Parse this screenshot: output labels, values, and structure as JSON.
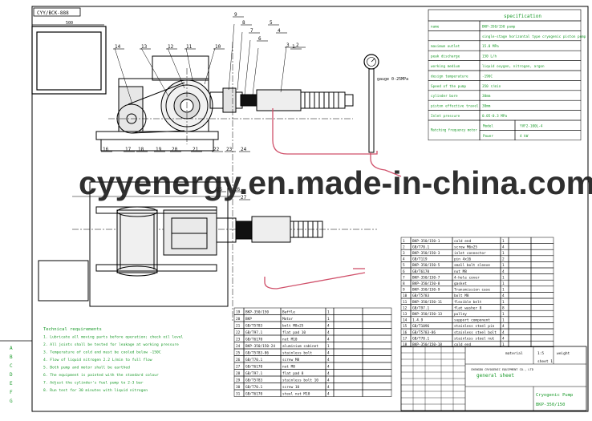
{
  "drawing": {
    "top_left_code": "CYY/BCK-888",
    "top_dim": "500",
    "watermark": "cyyenergy.en.made-in-china.com",
    "balloons_top": [
      "14",
      "13",
      "12",
      "11",
      "10",
      "9",
      "8",
      "7",
      "6",
      "5",
      "4",
      "3",
      "2",
      "1"
    ],
    "balloons_bottom": [
      "16",
      "17",
      "18",
      "19",
      "20",
      "21",
      "22",
      "23",
      "24",
      "25",
      "26",
      "27"
    ],
    "side_note": "gauge 0-25MPa",
    "note_lines": [
      "Technical requirements",
      "1. Lubricate all moving parts before operation; check oil level",
      "2. All joints shall be tested for leakage at working pressure",
      "3. Temperature of cold end must be cooled below -150C",
      "4. Flow of liquid nitrogen 2.2 L/min to full flow",
      "5. Both pump and motor shall be earthed",
      "6. The equipment is painted with the standard colour",
      "7. Adjust the cylinder's fuel pump to 2-3 bar",
      "8. Run test for 30 minutes with liquid nitrogen"
    ],
    "margin_marks": [
      "A",
      "B",
      "C",
      "D",
      "E",
      "F",
      "G"
    ]
  },
  "specification": {
    "header": "specification",
    "rows": [
      {
        "label": "name",
        "value": "BKP-350/150 pump"
      },
      {
        "label": "",
        "value": "single-stage horizontal type cryogenic piston pump"
      },
      {
        "label": "maximum outlet",
        "value": "15.0 MPa"
      },
      {
        "label": "peak discharge",
        "value": "150 L/h"
      },
      {
        "label": "working medium",
        "value": "liquid oxygen, nitrogen, argon"
      },
      {
        "label": "design temperature",
        "value": "-196C"
      },
      {
        "label": "Speed of the pump",
        "value": "350 r/min"
      },
      {
        "label": "cylinder bore",
        "value": "30mm"
      },
      {
        "label": "piston effective travel",
        "value": "30mm"
      },
      {
        "label": "Inlet pressure",
        "value": "0.05-0.3 MPa"
      }
    ],
    "motor_label": "Matching frequency motor",
    "motor_rows": [
      {
        "label": "Model",
        "value": "YVF2-100L-4"
      },
      {
        "label": "Power",
        "value": "4 kW"
      }
    ]
  },
  "parts_list": {
    "rows": [
      {
        "no": "1",
        "code": "BKP-350/150-1",
        "name": "cold end",
        "qty": "1"
      },
      {
        "no": "2",
        "code": "GB/T70.1",
        "name": "screw M6x25",
        "qty": "4"
      },
      {
        "no": "3",
        "code": "BKP-350/150-3",
        "name": "inlet connector",
        "qty": "1"
      },
      {
        "no": "4",
        "code": "GB/T119",
        "name": "pin 4x16",
        "qty": "2"
      },
      {
        "no": "5",
        "code": "BKP-350/150-5",
        "name": "small bolt sleeve",
        "qty": "1"
      },
      {
        "no": "6",
        "code": "GB/T6170",
        "name": "nut M8",
        "qty": "4"
      },
      {
        "no": "7",
        "code": "BKP-350/150-7",
        "name": "4-hole cover",
        "qty": "1"
      },
      {
        "no": "8",
        "code": "BKP-350/150-8",
        "name": "gasket",
        "qty": "1"
      },
      {
        "no": "9",
        "code": "BKP-350/150-9",
        "name": "Transmission case",
        "qty": "1"
      },
      {
        "no": "10",
        "code": "GB/T5783",
        "name": "bolt M8",
        "qty": "4"
      },
      {
        "no": "11",
        "code": "BKP-350/150-11",
        "name": "flexible belt",
        "qty": "1"
      },
      {
        "no": "12",
        "code": "GB/T97.1",
        "name": "flat washer 8",
        "qty": "8"
      },
      {
        "no": "13",
        "code": "BKP-350/150-13",
        "name": "pulley",
        "qty": "1"
      },
      {
        "no": "14",
        "code": "1.4.9",
        "name": "support component",
        "qty": "1"
      },
      {
        "no": "15",
        "code": "GB/T1096",
        "name": "stainless steel pin",
        "qty": "4"
      },
      {
        "no": "16",
        "code": "GB/T5783-86",
        "name": "stainless steel bolt",
        "qty": "4"
      },
      {
        "no": "17",
        "code": "GB/T70.1",
        "name": "stainless steel nut",
        "qty": "4"
      },
      {
        "no": "18",
        "code": "BKP-350/150-18",
        "name": "cold end",
        "qty": "1"
      }
    ],
    "rows_left": [
      {
        "no": "19",
        "code": "BKP-350/150",
        "name": "Baffle",
        "qty": "1"
      },
      {
        "no": "20",
        "code": "BKP",
        "name": "Motor",
        "qty": "1"
      },
      {
        "no": "21",
        "code": "GB/T5783",
        "name": "bolt M8x25",
        "qty": "4"
      },
      {
        "no": "22",
        "code": "GB/T97.1",
        "name": "flat pad 10",
        "qty": "4"
      },
      {
        "no": "23",
        "code": "GB/T6170",
        "name": "nut M10",
        "qty": "4"
      },
      {
        "no": "24",
        "code": "BKP-350/150-24",
        "name": "aluminium cabinet",
        "qty": "1"
      },
      {
        "no": "25",
        "code": "GB/T5783-86",
        "name": "stainless bolt",
        "qty": "4"
      },
      {
        "no": "26",
        "code": "GB/T70.1",
        "name": "screw M8",
        "qty": "4"
      },
      {
        "no": "27",
        "code": "GB/T6170",
        "name": "nut M8",
        "qty": "4"
      },
      {
        "no": "28",
        "code": "GB/T97.1",
        "name": "flat pad 8",
        "qty": "4"
      },
      {
        "no": "29",
        "code": "GB/T5783",
        "name": "stainless bolt 10",
        "qty": "4"
      },
      {
        "no": "30",
        "code": "GB/T70.1",
        "name": "screw 10",
        "qty": "4"
      },
      {
        "no": "31",
        "code": "GB/T6170",
        "name": "steel nut M10",
        "qty": "4"
      }
    ]
  },
  "title_block": {
    "general_sheet": "general sheet",
    "company": "CHENGDU CRYOGENIC EQUIPMENT CO., LTD",
    "product": "Cryogenic Pump",
    "drawing_no": "BKP-350/150",
    "material": "material",
    "scale": "1:5",
    "weight": "weight",
    "sheet": "sheet 1"
  }
}
